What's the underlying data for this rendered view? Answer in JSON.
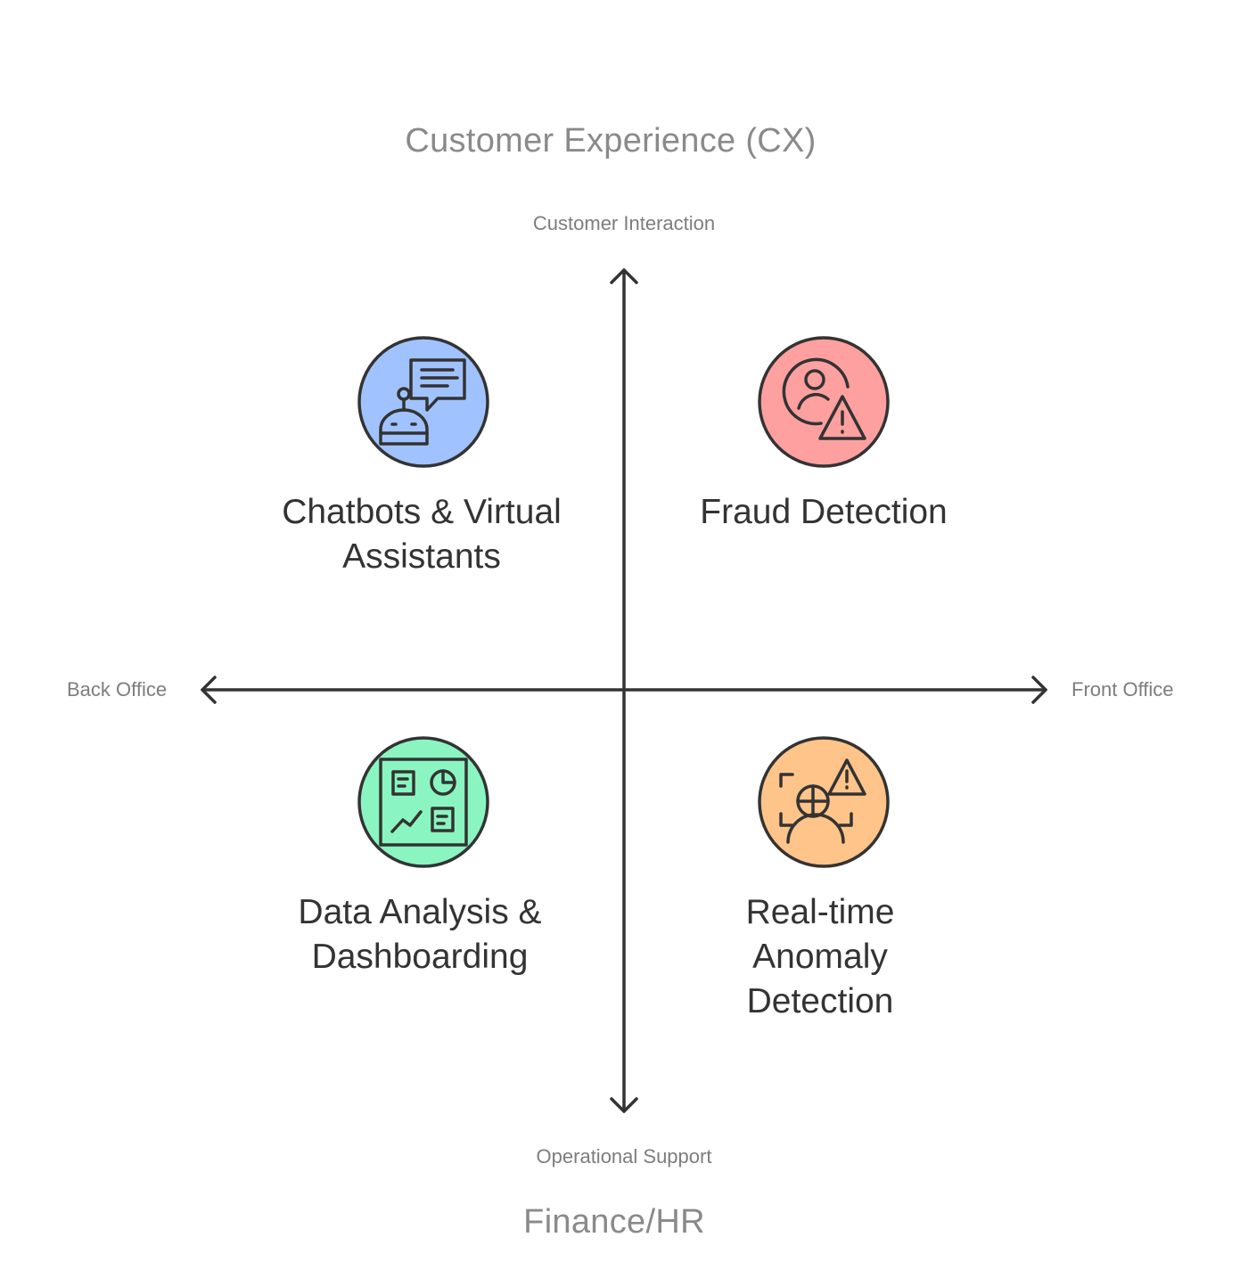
{
  "titles": {
    "top": "Customer Experience (CX)",
    "bottom": "Finance/HR"
  },
  "axes": {
    "top": "Customer Interaction",
    "bottom": "Operational Support",
    "left": "Back Office",
    "right": "Front Office"
  },
  "quadrants": {
    "top_left": {
      "line1": "Chatbots & Virtual",
      "line2": "Assistants",
      "icon": "chatbot-icon",
      "color": "#a0c3ff"
    },
    "top_right": {
      "line1": "Fraud Detection",
      "icon": "fraud-alert-icon",
      "color": "#ffa0a0"
    },
    "bottom_left": {
      "line1": "Data Analysis &",
      "line2": "Dashboarding",
      "icon": "dashboard-icon",
      "color": "#8af5c0"
    },
    "bottom_right": {
      "line1": "Real-time",
      "line2": "Anomaly",
      "line3": "Detection",
      "icon": "anomaly-scan-icon",
      "color": "#ffc48a"
    }
  },
  "colors": {
    "stroke": "#333333",
    "axis_label": "#7d7d7d",
    "main_label": "#8a8a8a"
  }
}
